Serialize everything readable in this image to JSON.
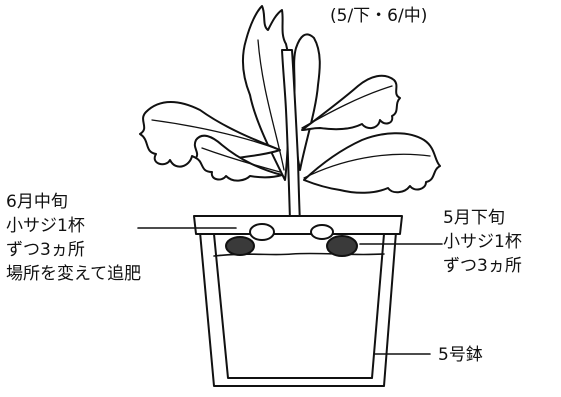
{
  "period_label": "(5/下・6/中)",
  "left_annotation": {
    "lines": [
      "6月中旬",
      "小サジ1杯",
      "ずつ3ヵ所",
      "場所を変えて追肥"
    ]
  },
  "right_annotation": {
    "lines": [
      "5月下旬",
      "小サジ1杯",
      "ずつ3ヵ所"
    ]
  },
  "pot_size_label": "5号鉢",
  "colors": {
    "ink": "#111111",
    "fertilizer": "#3a3a3a",
    "background": "#ffffff"
  }
}
